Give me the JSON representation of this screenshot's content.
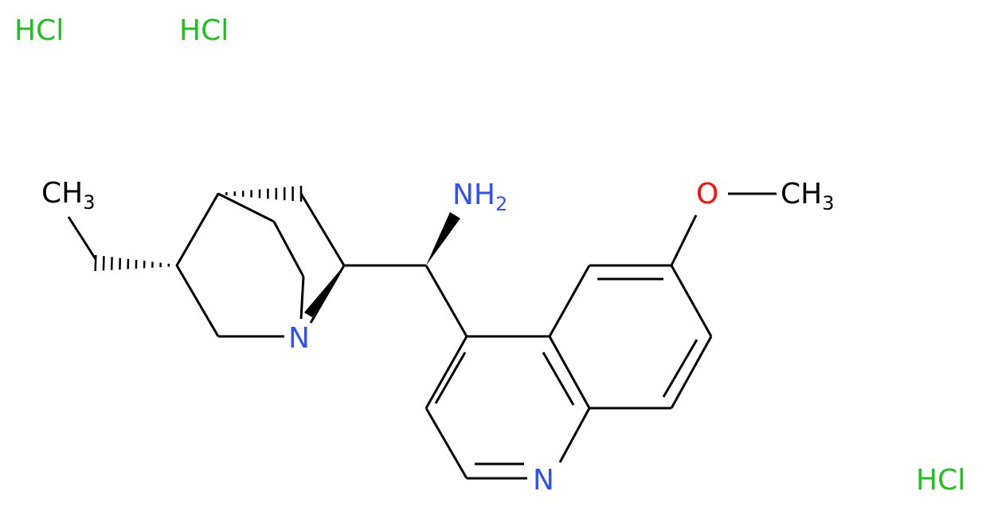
{
  "colors": {
    "bond": "#000000",
    "nitrogen": "#3050f8",
    "oxygen": "#ff0d0d",
    "chlorine": "#1fc01f",
    "carbon": "#000000"
  },
  "salts": [
    {
      "label": "HCl"
    },
    {
      "label": "HCl"
    },
    {
      "label": "HCl"
    }
  ],
  "atoms": {
    "ch3_left": {
      "main": "CH",
      "sub": "3"
    },
    "nh2": {
      "main": "NH",
      "sub": "2"
    },
    "n_bridge": {
      "main": "N"
    },
    "n_ring": {
      "main": "N"
    },
    "oxygen": {
      "main": "O"
    },
    "ch3_right": {
      "main": "CH",
      "sub": "3"
    }
  }
}
